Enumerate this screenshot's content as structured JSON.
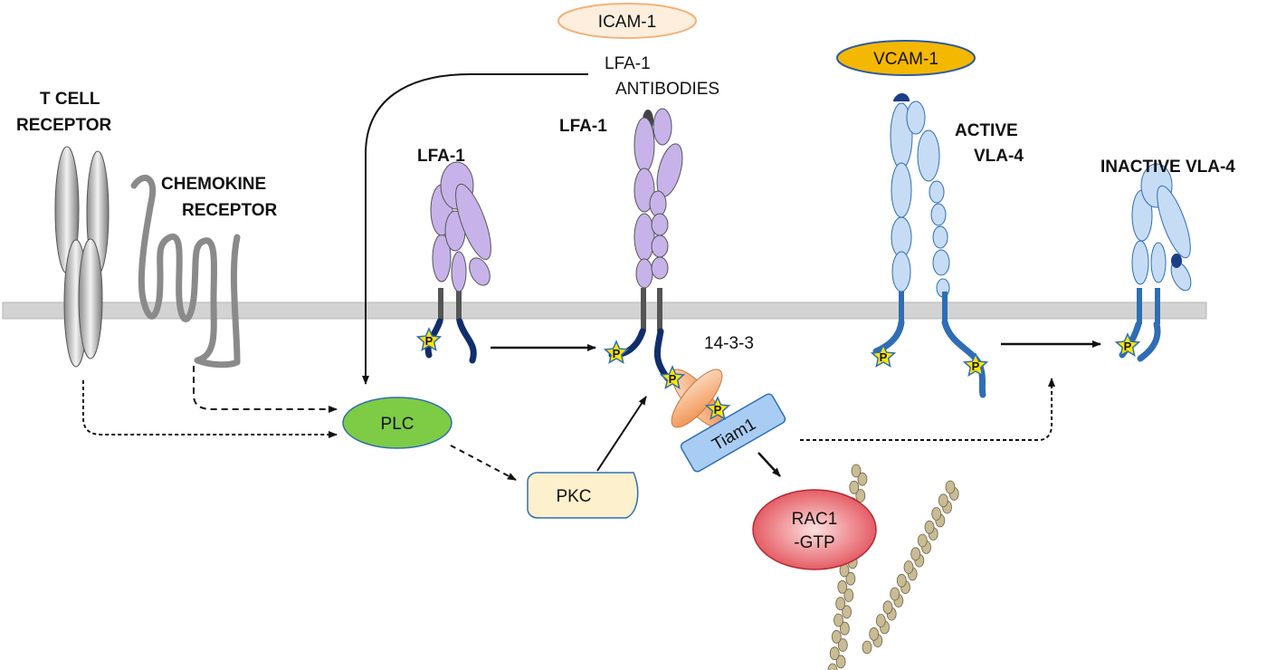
{
  "labels": {
    "tcr": [
      "T CELL",
      "RECEPTOR"
    ],
    "chemokine": [
      "CHEMOKINE",
      "RECEPTOR"
    ],
    "lfa1_left": "LFA-1",
    "lfa1_center": "LFA-1",
    "icam1": "ICAM-1",
    "lfa1_antibodies": [
      "LFA-1",
      "ANTIBODIES"
    ],
    "vcam1": "VCAM-1",
    "active_vla4": [
      "ACTIVE",
      "VLA-4"
    ],
    "inactive_vla4": "INACTIVE VLA-4",
    "protein_1433": "14-3-3",
    "plc": "PLC",
    "pkc": "PKC",
    "tiam1": "Tiam1",
    "rac1": [
      "RAC1",
      "-GTP"
    ],
    "phospho_mark": "P"
  },
  "colors": {
    "membrane": "#d3d3d3",
    "lfa1": "#c7b3ea",
    "vla4": "#c6dcf5",
    "icam1_fill": "#fdeedd",
    "icam1_stroke": "#f3b27a",
    "vcam1_fill": "#f5b800",
    "vcam1_stroke": "#2d5aa0",
    "plc": "#7ecb45",
    "pkc": "#fdf0cc",
    "tiam1": "#a9cdf2",
    "rac1": "#e8525b",
    "protein_1433": "#f4a46c",
    "star": "#ffe600",
    "tail_dark": "#102e6b",
    "tail_blue": "#2f6db5",
    "actin": "#c9bc95"
  }
}
